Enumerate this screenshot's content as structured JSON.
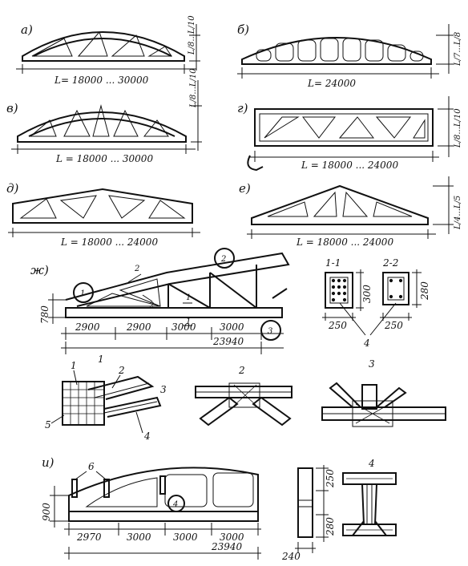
{
  "panel_labels": {
    "a": "а)",
    "b": "б)",
    "v": "в)",
    "g": "г)",
    "d": "д)",
    "e": "е)",
    "zh": "ж)",
    "i": "и)"
  },
  "spans": {
    "a": "L= 18000 ... 30000",
    "b": "L= 24000",
    "v": "L = 18000 ... 30000",
    "g": "L = 18000 ... 24000",
    "d": "L = 18000 ... 24000",
    "e": "L = 18000 ... 24000"
  },
  "height_ratios": {
    "a": "L/8...L/10",
    "b": "L/7...L/8",
    "v": "L/8...L/10",
    "g": "L/8...L/10",
    "e": "L/4...L/5"
  },
  "truss_zh": {
    "height": "780",
    "panels": [
      "2900",
      "2900",
      "3000",
      "3000"
    ],
    "total": "23940",
    "node_labels": [
      "1",
      "2",
      "3"
    ],
    "section_marks": [
      "2",
      "2",
      "1",
      "1"
    ]
  },
  "sections": {
    "s11": {
      "title": "1-1",
      "height": "300",
      "width": "250"
    },
    "s22": {
      "title": "2-2",
      "height": "280",
      "width": "250"
    },
    "callout": "4"
  },
  "details": {
    "d1": {
      "title": "1",
      "callouts": [
        "1",
        "2",
        "3",
        "4",
        "5"
      ]
    },
    "d2": {
      "title": "2"
    },
    "d3": {
      "title": "3"
    }
  },
  "truss_i": {
    "height": "900",
    "panels": [
      "2970",
      "3000",
      "3000",
      "3000"
    ],
    "total": "23940",
    "callout_6": "6",
    "node_label": "4"
  },
  "section_i": {
    "top": "250",
    "bottom": "280",
    "width": "240"
  },
  "detail_4": {
    "title": "4"
  }
}
